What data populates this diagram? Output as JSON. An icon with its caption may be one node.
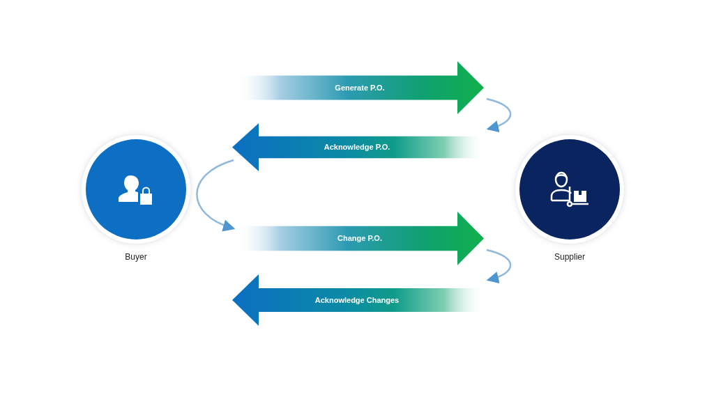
{
  "diagram": {
    "nodes": [
      {
        "text": [
          "Buyer"
        ]
      },
      {
        "text": [
          "Supplier"
        ]
      },
      {
        "text": [
          "Generate P.O."
        ]
      },
      {
        "text": [
          "Acknowledge P.O."
        ]
      },
      {
        "text": [
          "Change P.O."
        ]
      },
      {
        "text": [
          "Acknowledge Changes"
        ]
      }
    ],
    "edges": [
      {
        "from": 2,
        "to": 3,
        "arrow": "to"
      },
      {
        "from": 3,
        "to": 4,
        "arrow": "to"
      },
      {
        "from": 4,
        "to": 5,
        "arrow": "to"
      }
    ]
  }
}
